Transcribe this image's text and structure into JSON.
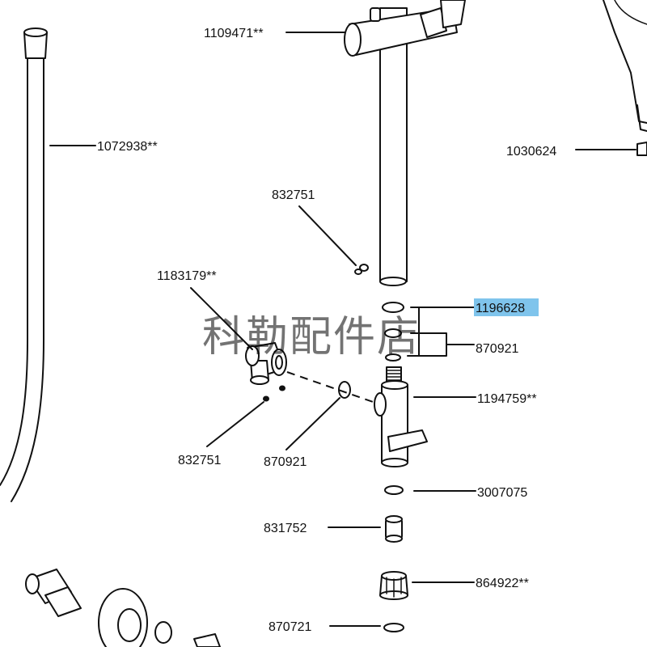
{
  "labels": {
    "p1109471": "1109471**",
    "p1072938": "1072938**",
    "p1030624": "1030624",
    "p832751_top": "832751",
    "p1183179": "1183179**",
    "p1196628": "1196628",
    "p870921_right": "870921",
    "p1194759": "1194759**",
    "p832751_bottom": "832751",
    "p870921_bottom": "870921",
    "p3007075": "3007075",
    "p831752": "831752",
    "p864922": "864922**",
    "p870721": "870721"
  },
  "watermark": "科勒配件店",
  "colors": {
    "highlight": "#7fc4ec",
    "ink": "#111111"
  }
}
